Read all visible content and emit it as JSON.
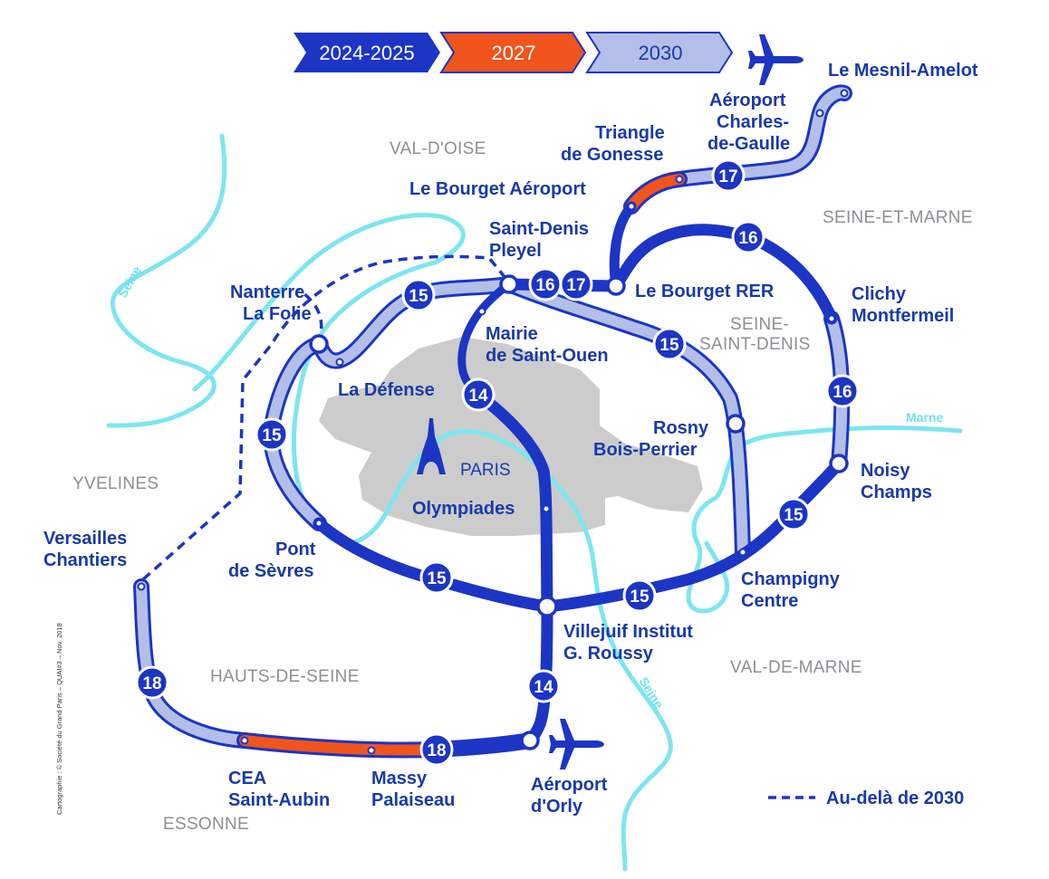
{
  "colors": {
    "line_dark": "#1c35c4",
    "line_light": "#b3bfe9",
    "line_orange": "#f1541c",
    "river": "#7de6ee",
    "paris": "#cccccc",
    "label": "#1a3aa8",
    "region": "#8c9094"
  },
  "legend": {
    "phases": [
      {
        "label": "2024-2025",
        "color": "#1c35c4",
        "text_color": "#ffffff"
      },
      {
        "label": "2027",
        "color": "#f1541c",
        "text_color": "#ffffff"
      },
      {
        "label": "2030",
        "color": "#b3bfe9",
        "text_color": "#1a3aa8"
      }
    ],
    "beyond_2030": "Au-delà de 2030"
  },
  "regions": {
    "val_doise": "VAL-D'OISE",
    "seine_et_marne": "SEINE-ET-MARNE",
    "seine_saint_denis_1": "SEINE-",
    "seine_saint_denis_2": "SAINT-DENIS",
    "yvelines": "YVELINES",
    "hauts_de_seine": "HAUTS-DE-SEINE",
    "val_de_marne": "VAL-DE-MARNE",
    "essonne": "ESSONNE",
    "paris": "PARIS"
  },
  "rivers": {
    "seine": "Seine",
    "marne": "Marne"
  },
  "stations": {
    "le_mesnil_amelot": "Le Mesnil-Amelot",
    "cdg_1": "Aéroport",
    "cdg_2": "Charles-",
    "cdg_3": "de-Gaulle",
    "triangle_1": "Triangle",
    "triangle_2": "de Gonesse",
    "bourget_aeroport": "Le Bourget Aéroport",
    "saint_denis_1": "Saint-Denis",
    "saint_denis_2": "Pleyel",
    "bourget_rer": "Le Bourget RER",
    "nanterre_1": "Nanterre",
    "nanterre_2": "La Folie",
    "mairie_1": "Mairie",
    "mairie_2": "de Saint-Ouen",
    "la_defense": "La Défense",
    "clichy_1": "Clichy",
    "clichy_2": "Montfermeil",
    "rosny_1": "Rosny",
    "rosny_2": "Bois-Perrier",
    "noisy_1": "Noisy",
    "noisy_2": "Champs",
    "olympiades": "Olympiades",
    "versailles_1": "Versailles",
    "versailles_2": "Chantiers",
    "pont_1": "Pont",
    "pont_2": "de Sèvres",
    "champigny_1": "Champigny",
    "champigny_2": "Centre",
    "villejuif_1": "Villejuif Institut",
    "villejuif_2": "G. Roussy",
    "cea_1": "CEA",
    "cea_2": "Saint-Aubin",
    "massy_1": "Massy",
    "massy_2": "Palaiseau",
    "orly_1": "Aéroport",
    "orly_2": "d'Orly"
  },
  "line_badges": {
    "l17_cdg": "17",
    "l16_top": "16",
    "l16_right": "16",
    "l16_pleyel": "16",
    "l17_pleyel": "17",
    "l15_north": "15",
    "l15_east": "15",
    "l15_west": "15",
    "l15_sw": "15",
    "l15_south": "15",
    "l15_se": "15",
    "l14_north": "14",
    "l14_south": "14",
    "l18_west": "18",
    "l18_south": "18"
  },
  "credit": "Cartographie : © Société du Grand Paris – QUAI#3 – Nov. 2018"
}
